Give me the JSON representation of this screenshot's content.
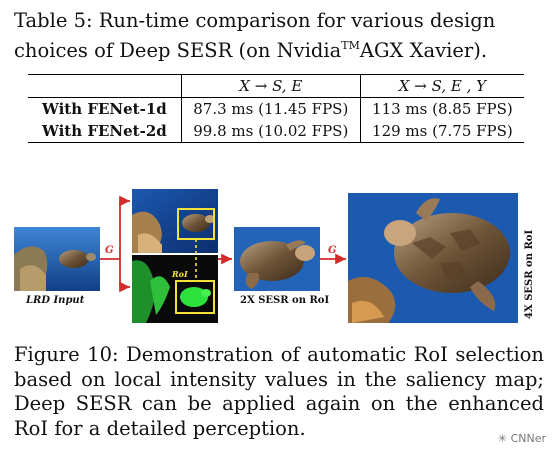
{
  "table": {
    "caption_prefix": "Table 5: Run-time comparison for various design choices of Deep SESR (on Nvidia",
    "caption_tm": "TM",
    "caption_suffix": "AGX Xavier).",
    "headers": [
      "X → S, E",
      "X → S, E , Y"
    ],
    "rows": [
      {
        "label": "With FENet-1d",
        "values": [
          "87.3 ms (11.45 FPS)",
          "113 ms (8.85 FPS)"
        ]
      },
      {
        "label": "With FENet-2d",
        "values": [
          "99.8 ms (10.02 FPS)",
          "129 ms (7.75 FPS)"
        ]
      }
    ]
  },
  "figure": {
    "input_label": "LRD Input",
    "g_label_1": "G",
    "g_label_2": "G",
    "roi_label": "RoI",
    "mid_label": "2X SESR on RoI",
    "right_label": "4X SESR on RoI",
    "colors": {
      "arrow": "#d42a2a",
      "roi_box": "#f2e23a",
      "saliency_green": "#2ee23c",
      "water": "#1f5fb8"
    }
  },
  "caption": {
    "text": "Figure 10: Demonstration of automatic RoI selection based on local intensity values in the saliency map; Deep SESR can be applied again on the enhanced RoI for a detailed perception."
  },
  "watermark": {
    "text": "CNNer"
  }
}
